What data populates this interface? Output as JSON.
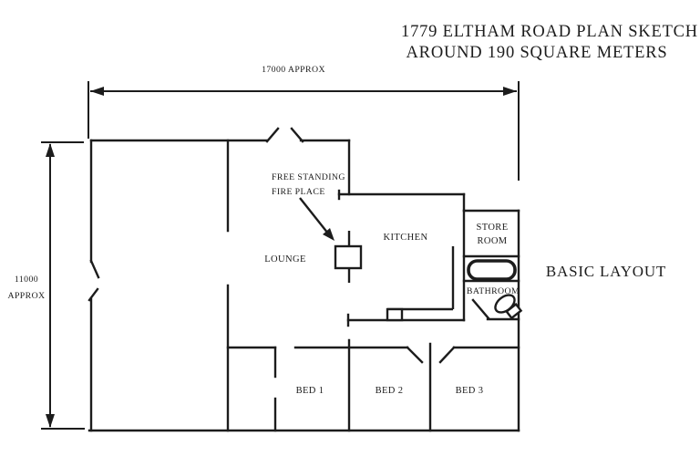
{
  "title": {
    "line1": "1779 ELTHAM ROAD PLAN SKETCH",
    "line2": "AROUND 190 SQUARE METERS"
  },
  "side_label": "BASIC LAYOUT",
  "dimensions": {
    "width_label": "17000 APPROX",
    "height_label_line1": "11000",
    "height_label_line2": "APPROX"
  },
  "annotations": {
    "fireplace_line1": "FREE STANDING",
    "fireplace_line2": "FIRE PLACE"
  },
  "rooms": {
    "lounge": "LOUNGE",
    "kitchen": "KITCHEN",
    "store_line1": "STORE",
    "store_line2": "ROOM",
    "bathroom": "BATHROOM",
    "bed1": "BED 1",
    "bed2": "BED 2",
    "bed3": "BED 3"
  },
  "colors": {
    "ink": "#1c1c1c",
    "background": "#ffffff"
  }
}
